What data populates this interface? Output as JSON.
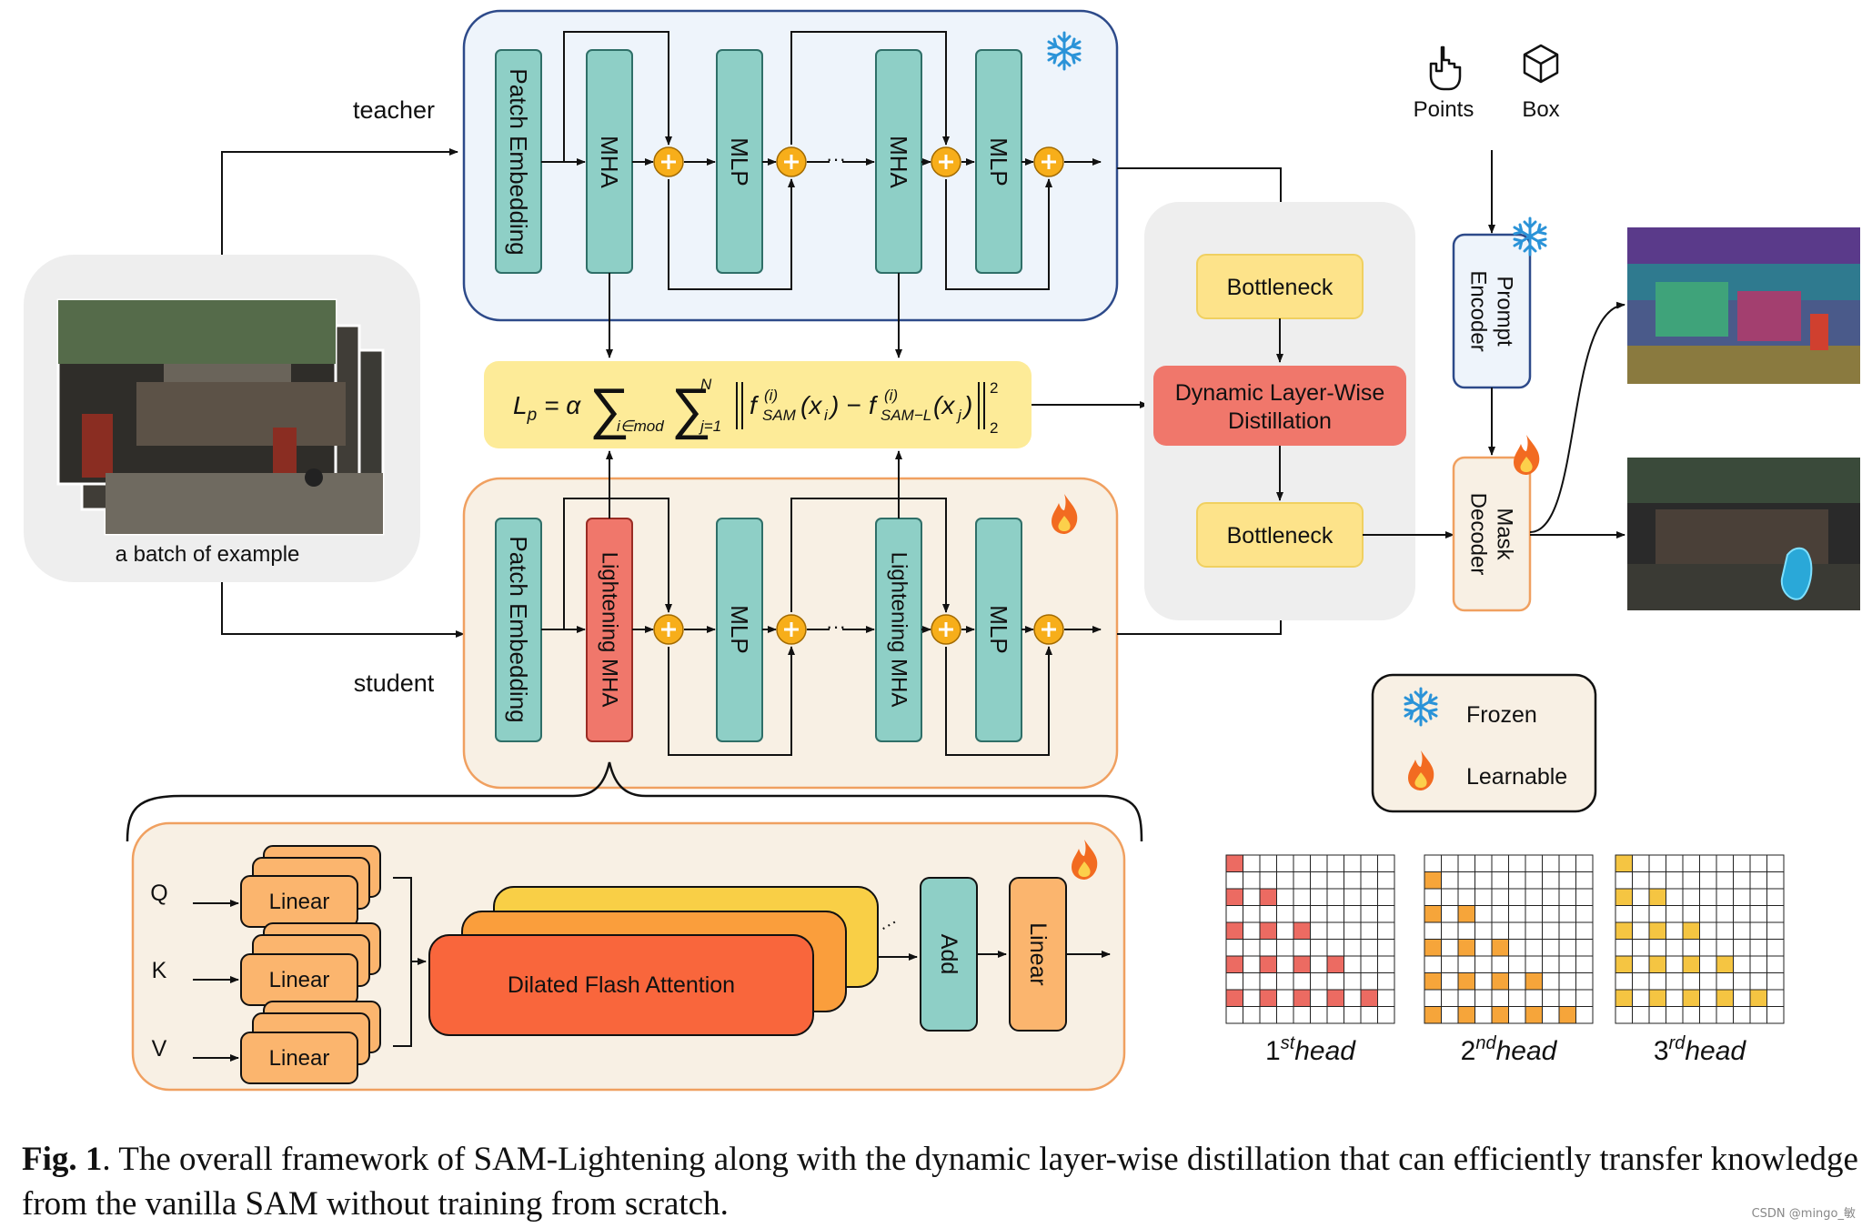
{
  "labels": {
    "teacher": "teacher",
    "student": "student",
    "batch": "a batch of example",
    "points": "Points",
    "box": "Box",
    "patch_embedding": "Patch Embedding",
    "mha": "MHA",
    "mlp": "MLP",
    "lightening_mha": "Lightening MHA",
    "bottleneck": "Bottleneck",
    "dlwd_line1": "Dynamic Layer-Wise",
    "dlwd_line2": "Distillation",
    "prompt_encoder_line1": "Prompt",
    "prompt_encoder_line2": "Encoder",
    "mask_decoder_line1": "Mask",
    "mask_decoder_line2": "Decoder",
    "frozen": "Frozen",
    "learnable": "Learnable",
    "q": "Q",
    "k": "K",
    "v": "V",
    "linear": "Linear",
    "dilated_flash_attention": "Dilated Flash Attention",
    "add": "Add",
    "ellipsis": "···"
  },
  "formula": {
    "lhs": "L",
    "lhs_sub": "p",
    "equals": "= α",
    "sum1_sub": "i∈mod",
    "sum2_sub": "j=1",
    "sum2_sup": "N",
    "f1": "f",
    "f1_sup": "(i)",
    "f1_sub": "SAM",
    "x1": "(x",
    "x1_sub": "i",
    "x1_close": ") −",
    "f2": "f",
    "f2_sup": "(i)",
    "f2_sub": "SAM−L",
    "x2": "(x",
    "x2_sub": "j",
    "x2_close": ")",
    "norm_sup": "2",
    "norm_sub": "2"
  },
  "heads": [
    {
      "ord": "1",
      "suffix": "st",
      "word": "head",
      "color": "#ec6b62"
    },
    {
      "ord": "2",
      "suffix": "nd",
      "word": "head",
      "color": "#f6a53a"
    },
    {
      "ord": "3",
      "suffix": "rd",
      "word": "head",
      "color": "#f5c542"
    }
  ],
  "caption": {
    "fig_label": "Fig. 1",
    "text": ". The overall framework of SAM-Lightening along with the dynamic layer-wise distillation that can efficiently transfer knowledge from the vanilla SAM without training from scratch."
  },
  "watermark": "CSDN @mingo_敏",
  "colors": {
    "teal": "#8ecfc6",
    "teal_stroke": "#2f6f68",
    "salmon": "#f0776b",
    "bottleneck": "#fde38a",
    "formula_bg": "#fdeb98",
    "teacher_bg": "#eef4fb",
    "student_bg": "#f8f0e4",
    "orange_plus": "#f7ae1a",
    "linear_orange": "#fbb56e"
  },
  "icons": [
    "snowflake-icon",
    "flame-icon",
    "hand-pointer-icon",
    "cube-icon",
    "plus-icon"
  ]
}
